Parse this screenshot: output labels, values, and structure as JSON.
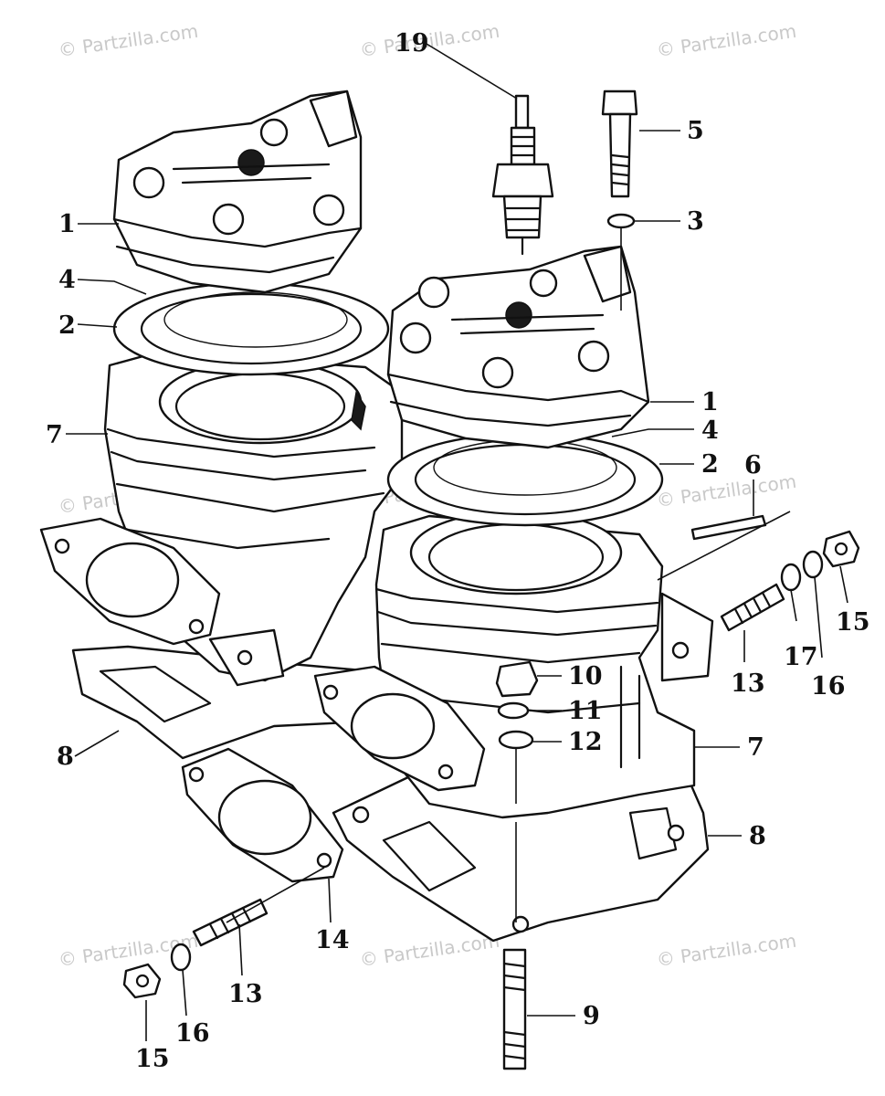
{
  "diagram": {
    "watermark": "© Partzilla.com",
    "callouts": [
      {
        "id": "c19",
        "label": "19"
      },
      {
        "id": "c5",
        "label": "5"
      },
      {
        "id": "c3",
        "label": "3"
      },
      {
        "id": "c1a",
        "label": "1"
      },
      {
        "id": "c4a",
        "label": "4"
      },
      {
        "id": "c2a",
        "label": "2"
      },
      {
        "id": "c7a",
        "label": "7"
      },
      {
        "id": "c1b",
        "label": "1"
      },
      {
        "id": "c4b",
        "label": "4"
      },
      {
        "id": "c2b",
        "label": "2"
      },
      {
        "id": "c6",
        "label": "6"
      },
      {
        "id": "c15a",
        "label": "15"
      },
      {
        "id": "c16a",
        "label": "16"
      },
      {
        "id": "c17",
        "label": "17"
      },
      {
        "id": "c13a",
        "label": "13"
      },
      {
        "id": "c10",
        "label": "10"
      },
      {
        "id": "c11",
        "label": "11"
      },
      {
        "id": "c12",
        "label": "12"
      },
      {
        "id": "c7b",
        "label": "7"
      },
      {
        "id": "c8a",
        "label": "8"
      },
      {
        "id": "c8b",
        "label": "8"
      },
      {
        "id": "c14",
        "label": "14"
      },
      {
        "id": "c13b",
        "label": "13"
      },
      {
        "id": "c16b",
        "label": "16"
      },
      {
        "id": "c15b",
        "label": "15"
      },
      {
        "id": "c9",
        "label": "9"
      }
    ]
  }
}
